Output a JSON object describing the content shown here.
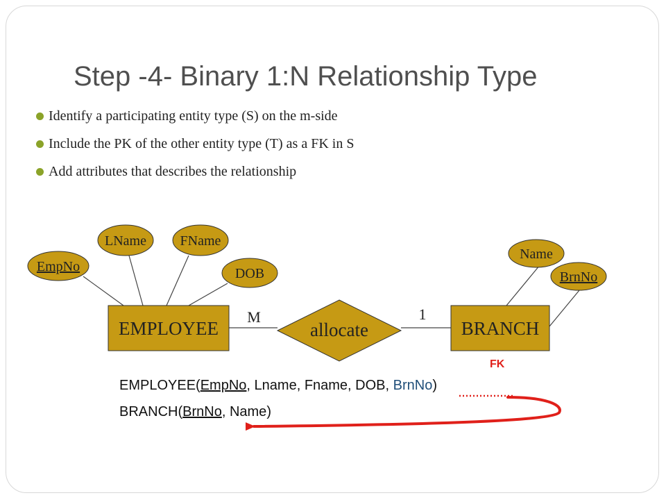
{
  "title": "Step -4- Binary 1:N Relationship Type",
  "bullets": [
    "Identify a participating entity type (S) on the m-side",
    "Include the PK of the other entity type (T) as a FK in S",
    "Add attributes that describes the relationship"
  ],
  "colors": {
    "entity_fill": "#c69a14",
    "bullet": "#8ba329",
    "arrow": "#e0201a",
    "fk_text": "#1f4e79"
  },
  "diagram": {
    "employee": {
      "name": "EMPLOYEE",
      "attributes": {
        "empno": "EmpNo",
        "lname": "LName",
        "fname": "FName",
        "dob": "DOB"
      }
    },
    "relationship": "allocate",
    "branch": {
      "name": "BRANCH",
      "attributes": {
        "name": "Name",
        "brnno": "BrnNo"
      }
    },
    "cardinality": {
      "employee_side": "M",
      "branch_side": "1"
    }
  },
  "relations": {
    "employee": {
      "name": "EMPLOYEE",
      "open": "(",
      "pk": "EmpNo",
      "sep1": ", ",
      "rest": "Lname, Fname, DOB",
      "sep2": ", ",
      "fk": "BrnNo",
      "close": ")"
    },
    "branch": {
      "name": "BRANCH",
      "open": "(",
      "pk": "BrnNo",
      "sep": ", ",
      "rest": "Name",
      "close": ")"
    }
  },
  "fk_label": "FK"
}
